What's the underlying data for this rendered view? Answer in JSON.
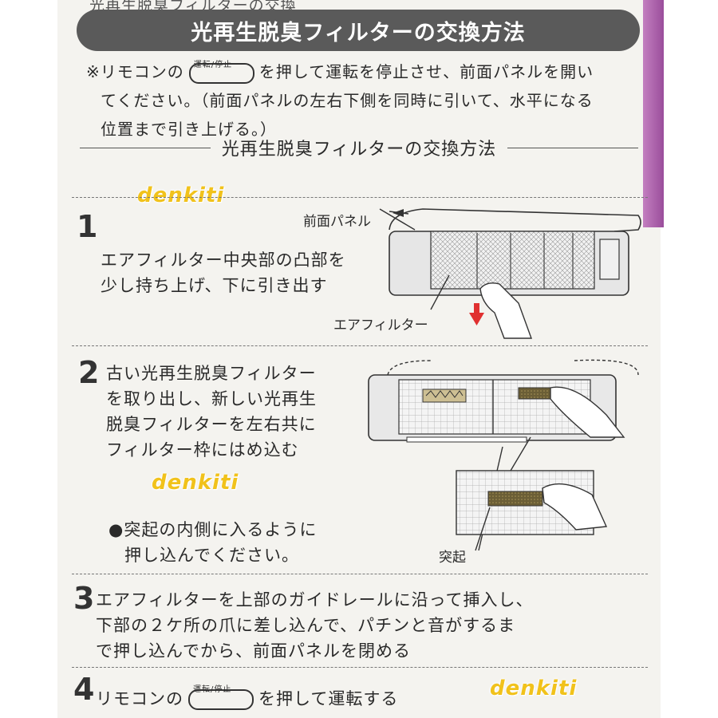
{
  "header": {
    "top_cut_text": "光再生脱臭フィルターの交換",
    "banner_title": "光再生脱臭フィルターの交換方法"
  },
  "note": {
    "prefix": "※リモコンの",
    "button_caption": "運転/停止",
    "text_after_button": "を押して運転を停止させ、前面パネルを開い",
    "line2": "てください。（前面パネルの左右下側を同時に引いて、水平になる",
    "line3": "位置まで引き上げる。）"
  },
  "section_title": "光再生脱臭フィルターの交換方法",
  "watermark": "denkiti",
  "steps": [
    {
      "number": "1",
      "lines": [
        "エアフィルター中央部の凸部を",
        "少し持ち上げ、下に引き出す"
      ],
      "labels": {
        "front_panel": "前面パネル",
        "air_filter": "エアフィルター"
      }
    },
    {
      "number": "2",
      "lines": [
        "古い光再生脱臭フィルター",
        "を取り出し、新しい光再生",
        "脱臭フィルターを左右共に",
        "フィルター枠にはめ込む"
      ],
      "bullet_lines": [
        "●突起の内側に入るように",
        "押し込んでください。"
      ],
      "labels": {
        "protrusion": "突起"
      }
    },
    {
      "number": "3",
      "lines": [
        "エアフィルターを上部のガイドレールに沿って挿入し、",
        "下部の２ケ所の爪に差し込んで、パチンと音がするま",
        "で押し込んでから、前面パネルを閉める"
      ]
    },
    {
      "number": "4",
      "prefix": "リモコンの",
      "button_caption": "運転/停止",
      "suffix": "を押して運転する"
    }
  ],
  "colors": {
    "banner": "#5a5a5a",
    "arrow": "#e03030",
    "watermark": "#f1c21b",
    "strip": "#9a4d9b"
  }
}
